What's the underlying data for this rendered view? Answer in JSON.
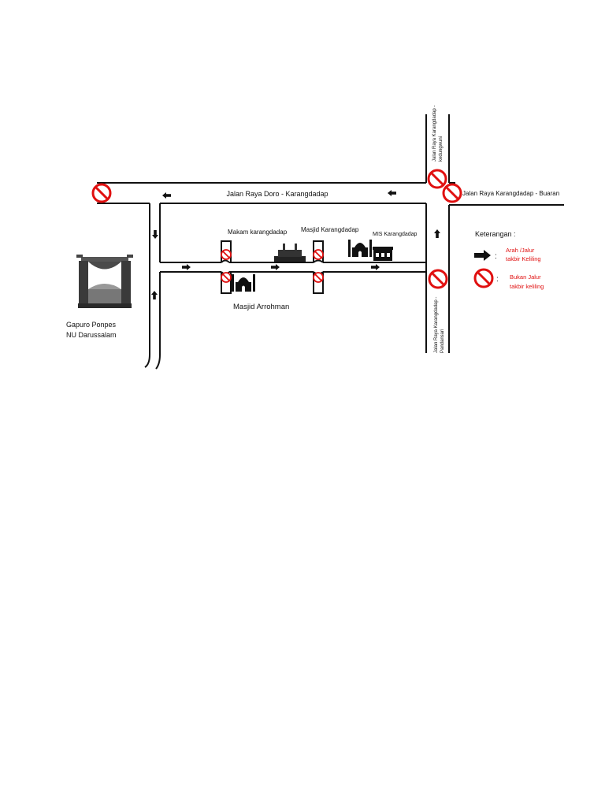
{
  "roads": {
    "main": "Jalan Raya Doro - Karangdadap",
    "east": "Jalan Raya Karangdadap - Buaran",
    "north_top": "Jalan Raya Karangdadap -",
    "north_bottom": "kedungwuni",
    "south_top": "Jalan Raya Karangdadap -",
    "south_bottom": "Pandansari"
  },
  "places": {
    "makam": "Makam karangdadap",
    "masjid_karangdadap": "Masjid Karangdadap",
    "mis": "MIS Karangdadap",
    "masjid_arrohman": "Masjid Arrohman",
    "gapuro_line1": "Gapuro Ponpes",
    "gapuro_line2": "NU Darussalam"
  },
  "legend": {
    "title": "Keterangan :",
    "colon": ":",
    "route_line1": "Arah /Jalur",
    "route_line2": "takbir Keliling",
    "blocked_line1": "Bukan Jalur",
    "blocked_line2": "takbir keliling"
  },
  "icons": {
    "no_entry": "no-entry-icon",
    "arrow": "arrow-icon",
    "mosque": "mosque-icon",
    "school": "school-icon",
    "tomb": "tomb-icon",
    "gate": "gate-icon"
  },
  "colors": {
    "accent": "#e01010",
    "road": "#111111"
  }
}
